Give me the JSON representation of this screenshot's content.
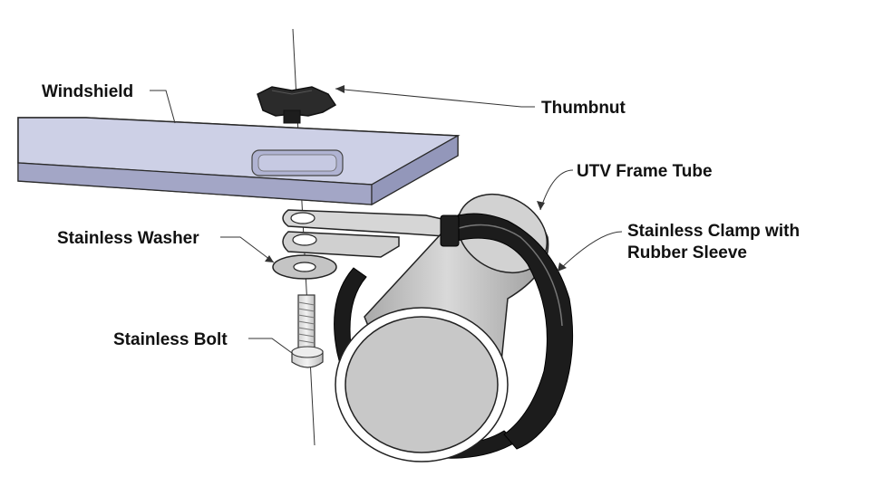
{
  "labels": {
    "windshield": "Windshield",
    "thumbnut": "Thumbnut",
    "frame_tube": "UTV Frame Tube",
    "clamp_line1": "Stainless Clamp with",
    "clamp_line2": "Rubber Sleeve",
    "washer": "Stainless Washer",
    "bolt": "Stainless Bolt"
  },
  "colors": {
    "windshield_top": "#c9cbe2",
    "windshield_front": "#a5a8c8",
    "tube": "#c8c8c8",
    "clamp_band": "#1a1a1a",
    "bracket": "#d4d4d4",
    "thumbnut": "#2a2a2a",
    "leader": "#333333"
  }
}
